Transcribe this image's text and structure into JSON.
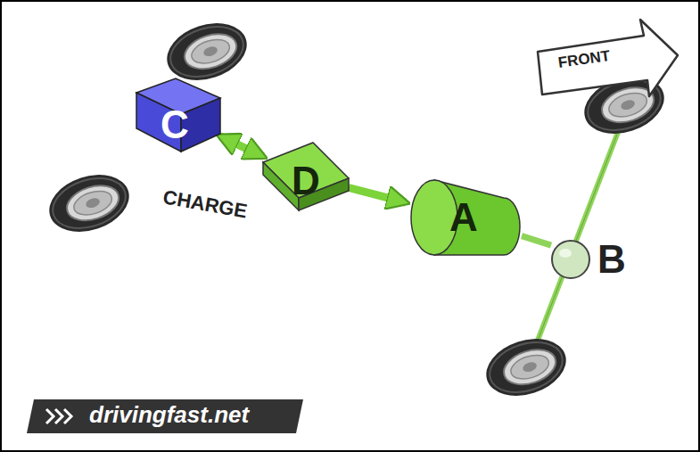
{
  "diagram": {
    "nodes": [
      {
        "text": [
          "C"
        ]
      },
      {
        "text": [
          "D"
        ]
      },
      {
        "text": [
          "A"
        ]
      },
      {
        "text": [
          "B"
        ]
      }
    ],
    "edges": [
      {
        "from": 0,
        "to": 1,
        "arrow": "both"
      },
      {
        "from": 1,
        "to": 2,
        "arrow": "to"
      },
      {
        "from": 2,
        "to": 3,
        "arrow": "none"
      }
    ],
    "labels": [
      "CHARGE",
      "FRONT",
      "drivingfast.net"
    ]
  }
}
